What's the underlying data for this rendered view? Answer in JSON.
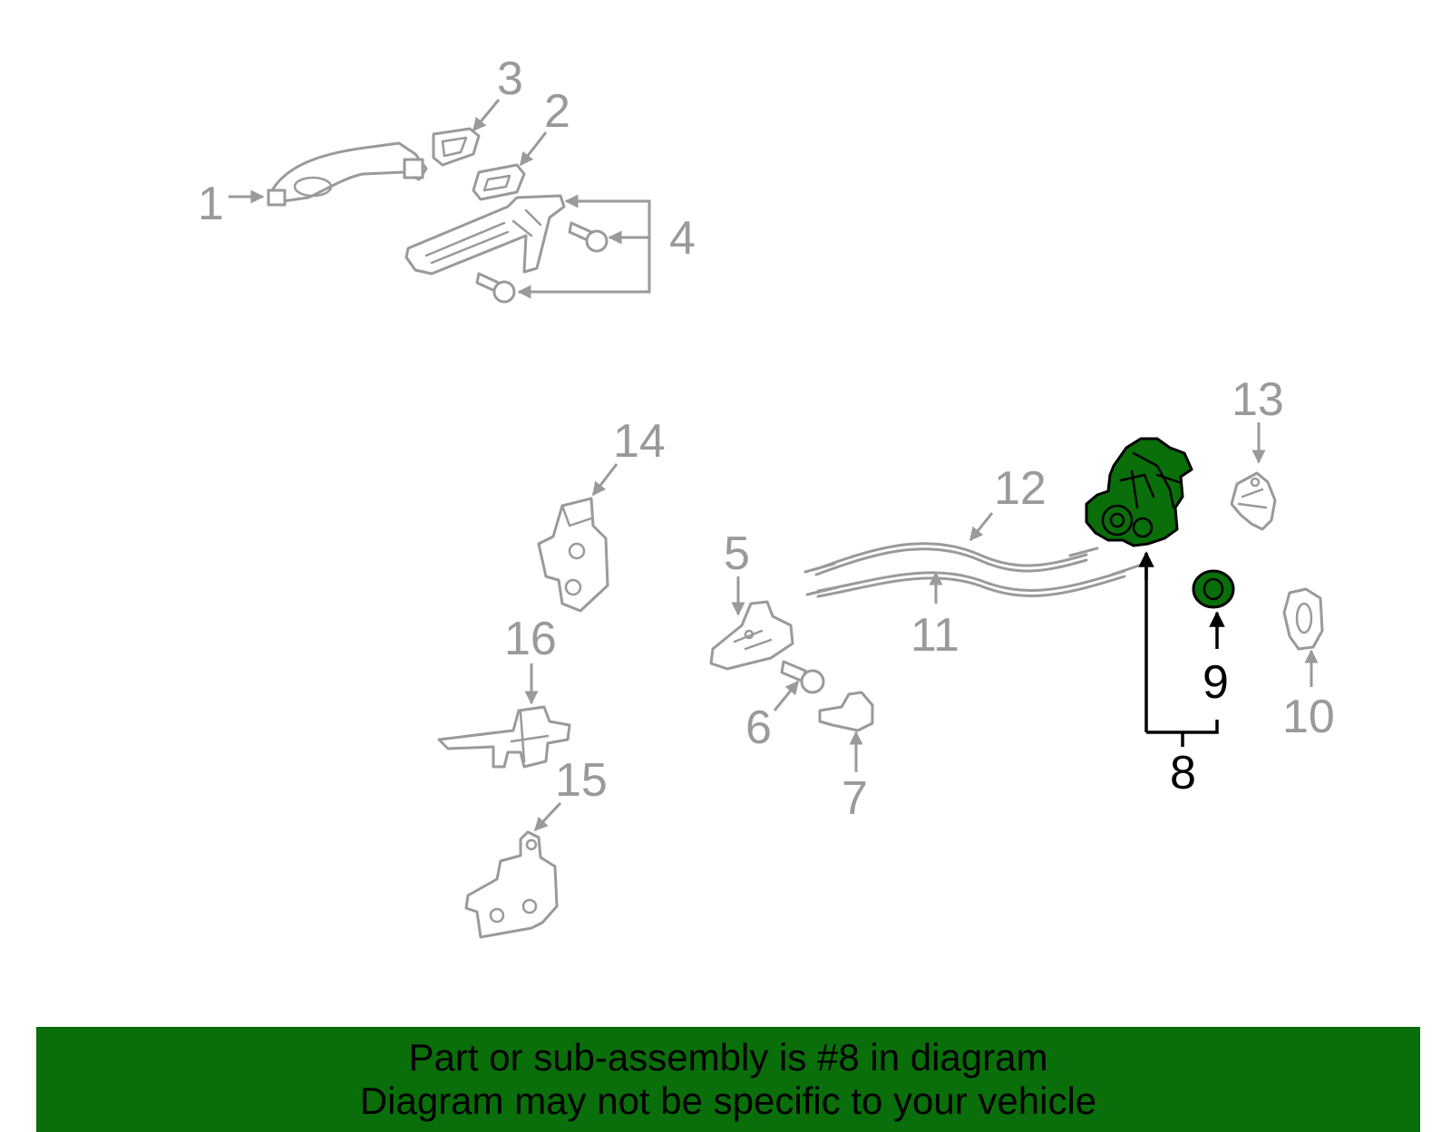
{
  "callouts": {
    "c1": "1",
    "c2": "2",
    "c3": "3",
    "c4": "4",
    "c5": "5",
    "c6": "6",
    "c7": "7",
    "c8": "8",
    "c9": "9",
    "c10": "10",
    "c11": "11",
    "c12": "12",
    "c13": "13",
    "c14": "14",
    "c15": "15",
    "c16": "16"
  },
  "highlighted_part": "8",
  "colors": {
    "highlight": "#0a6e0a",
    "part_outline": "#9a9a9a",
    "banner_bg": "#0a6e0a"
  },
  "banner": {
    "line1": "Part or sub-assembly is #8 in diagram",
    "line2": "Diagram may not be specific to your vehicle"
  }
}
